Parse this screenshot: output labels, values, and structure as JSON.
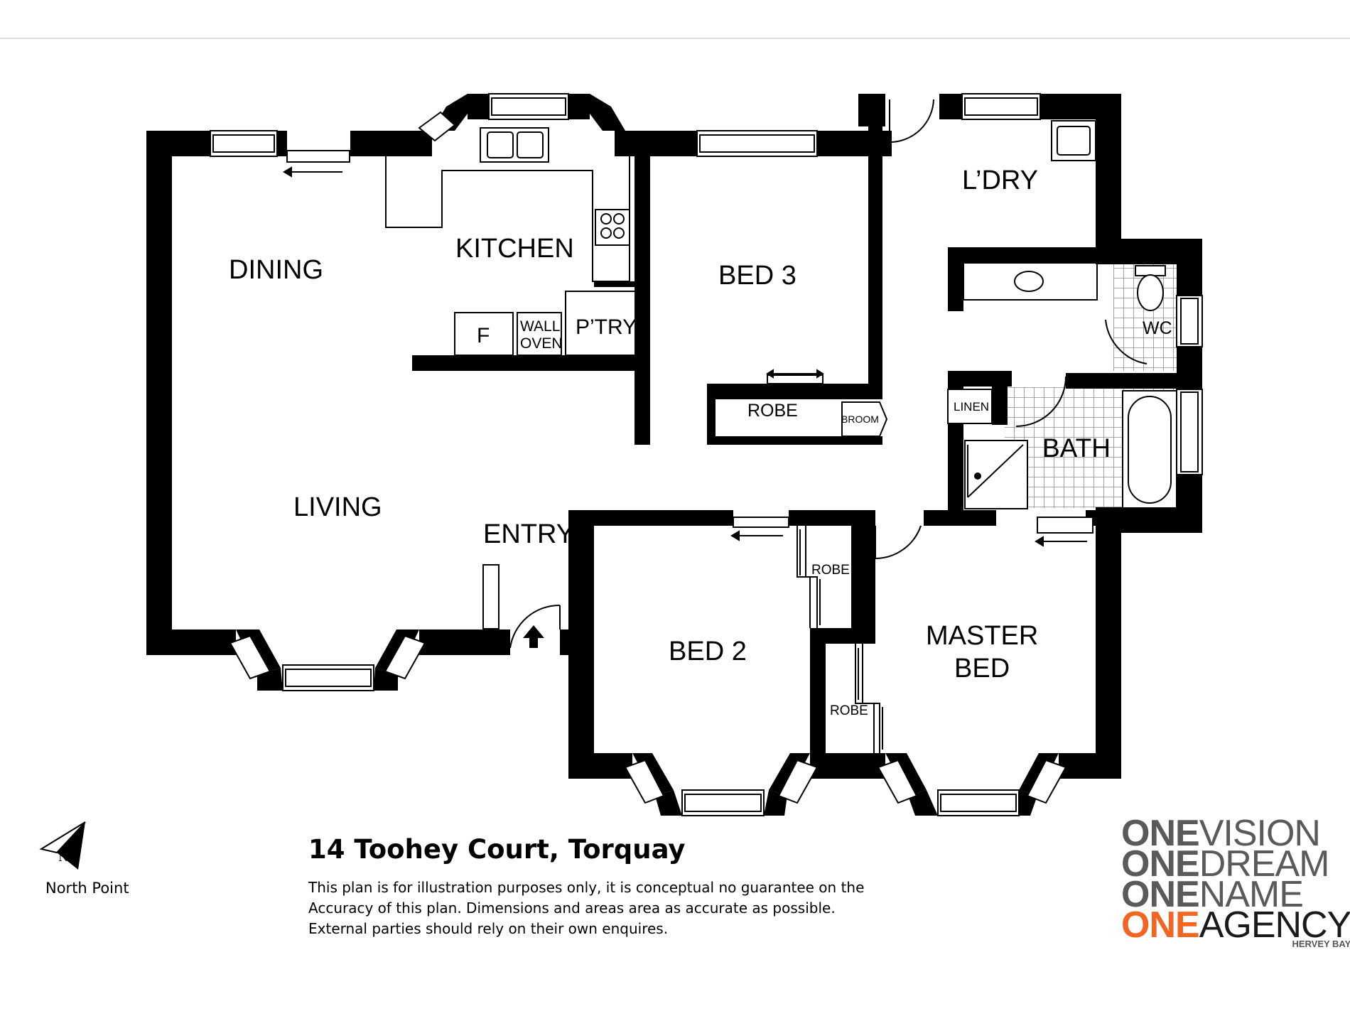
{
  "plan": {
    "rooms": {
      "dining": "DINING",
      "kitchen": "KITCHEN",
      "bed3": "BED 3",
      "laundry": "L’DRY",
      "fridge": "F",
      "wall_oven": [
        "WALL",
        "OVEN"
      ],
      "pantry": "P’TRY",
      "robe_bed3": "ROBE",
      "broom": "BROOM",
      "linen": "LINEN",
      "wc": "WC",
      "bath": "BATH",
      "living": "LIVING",
      "entry": "ENTRY",
      "robe_bed2": "ROBE",
      "robe_master": "ROBE",
      "bed2": "BED 2",
      "master_bed": [
        "MASTER",
        "BED"
      ]
    }
  },
  "north": {
    "label": "North Point"
  },
  "title": "14 Toohey Court, Torquay",
  "disclaimer": "This plan is for illustration purposes only, it is conceptual no guarantee on the Accuracy of this plan. Dimensions and areas area as accurate as possible. External parties should rely on their own enquires.",
  "logo": {
    "rows": [
      {
        "one": "ONE",
        "word": "VISION"
      },
      {
        "one": "ONE",
        "word": "DREAM"
      },
      {
        "one": "ONE",
        "word": "NAME"
      },
      {
        "one": "ONE",
        "word": "AGENCY"
      }
    ],
    "sub": "HERVEY BAY",
    "colors": {
      "grey": "#5a5a5a",
      "orange": "#f26522"
    }
  }
}
